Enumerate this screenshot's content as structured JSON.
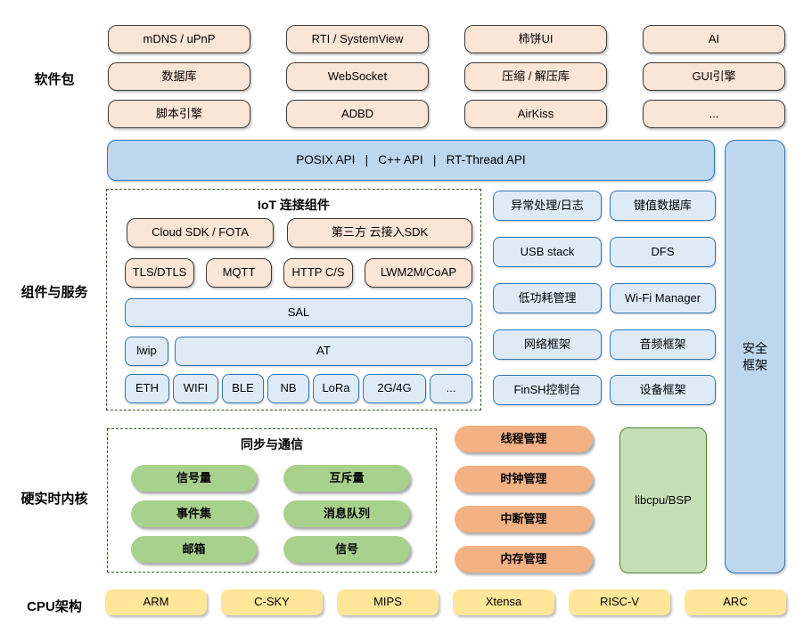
{
  "sections": [
    "软件包",
    "组件与服务",
    "硬实时内核",
    "CPU架构"
  ],
  "packages": {
    "rows": [
      [
        "mDNS / uPnP",
        "RTI / SystemView",
        "柿饼UI",
        "AI"
      ],
      [
        "数据库",
        "WebSocket",
        "压缩 / 解压库",
        "GUI引擎"
      ],
      [
        "脚本引擎",
        "ADBD",
        "AirKiss",
        "..."
      ]
    ]
  },
  "api_bar": {
    "label": "POSIX API   |   C++ API   |   RT-Thread API"
  },
  "security": {
    "line1": "安全",
    "line2": "框架"
  },
  "iot": {
    "title": "IoT 连接组件",
    "cloud_sdk": "Cloud SDK / FOTA",
    "third_party_sdk": "第三方 云接入SDK",
    "protocols": [
      "TLS/DTLS",
      "MQTT",
      "HTTP C/S",
      "LWM2M/CoAP"
    ],
    "sal": "SAL",
    "lwip": "lwip",
    "at": "AT",
    "links": [
      "ETH",
      "WIFI",
      "BLE",
      "NB",
      "LoRa",
      "2G/4G",
      "..."
    ]
  },
  "services": [
    [
      "异常处理/日志",
      "键值数据库"
    ],
    [
      "USB stack",
      "DFS"
    ],
    [
      "低功耗管理",
      "Wi-Fi Manager"
    ],
    [
      "网络框架",
      "音频框架"
    ],
    [
      "FinSH控制台",
      "设备框架"
    ]
  ],
  "sync": {
    "title": "同步与通信",
    "rows": [
      [
        "信号量",
        "互斥量"
      ],
      [
        "事件集",
        "消息队列"
      ],
      [
        "邮箱",
        "信号"
      ]
    ]
  },
  "kernel": [
    "线程管理",
    "时钟管理",
    "中断管理",
    "内存管理"
  ],
  "libcpu": "libcpu/BSP",
  "cpu_archs": [
    "ARM",
    "C-SKY",
    "MIPS",
    "Xtensa",
    "RISC-V",
    "ARC"
  ],
  "colors": {
    "peach": "#FBE5D6",
    "blue_light": "#DEEBF7",
    "blue_bar": "#BDD7EE",
    "blue_border": "#2E75B6",
    "green_pill": "#A9D18E",
    "green_light": "#C5E0B4",
    "green_border": "#538135",
    "orange_pill": "#F4B183",
    "yellow": "#FFE699",
    "dashed_border": "#375623"
  }
}
